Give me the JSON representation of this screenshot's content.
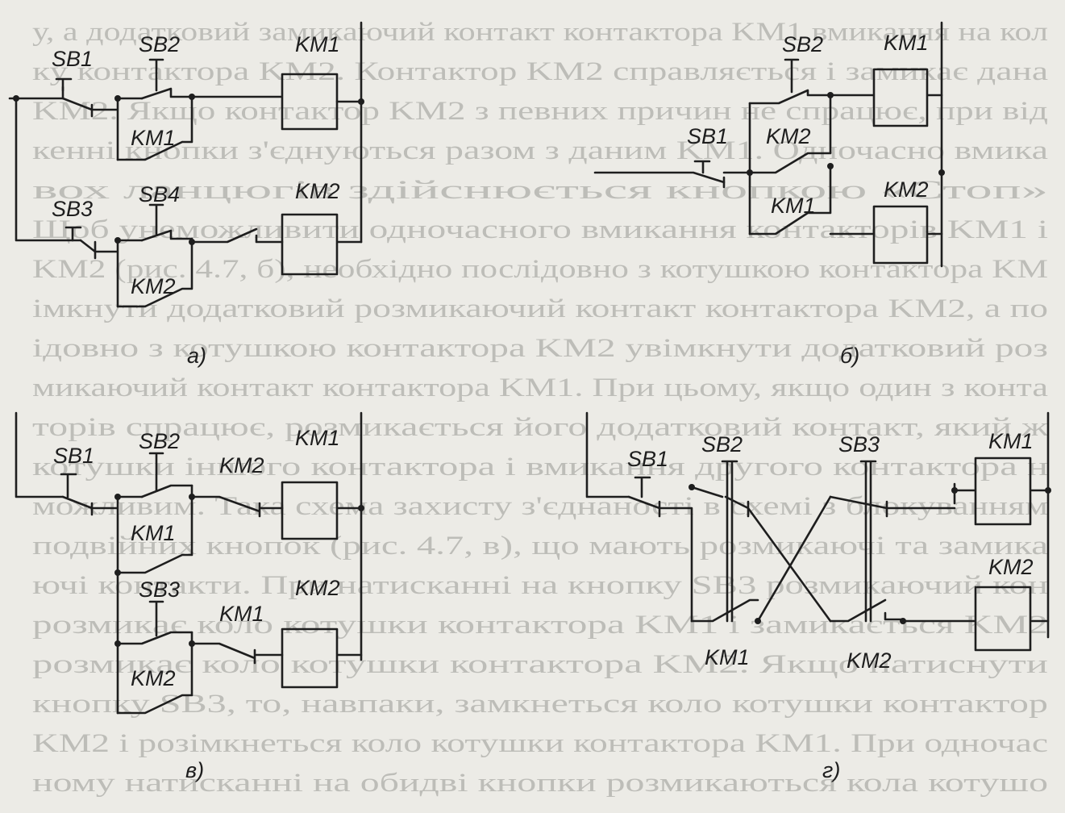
{
  "background_text_lines": [
    "у, а додатковий замикаючий контакт контактора KM1 вмикання на кол",
    "ку контактора KM2. Контактор KM2 справляється і замикає дана",
    "KM2. Якщо контактор KM2 з певних причин не спрацює, при від",
    "кенні кнопки з'єднуються разом з даним KM1. Одночасно вмика",
    "вох ланцюгів здійснюється кнопкою «Стоп»",
    "Щоб унеможливити одночасного вмикання контакторів KM1 і",
    "KM2 (рис. 4.7, б), необхідно послідовно з котушкою контактора KM",
    "імкнути додатковий розмикаючий контакт контактора KM2, а по",
    "ідовно з котушкою контактора KM2 увімкнути додатковий роз",
    "микаючий контакт контактора KM1. При цьому, якщо один з конта",
    "торів спрацює, розмикається його додатковий контакт, який ж",
    "котушки іншого контактора і вмикання другого контактора н",
    "можливим. Така схема захисту з'єднаності в схемі з блокуванням",
    "подвійних кнопок (рис. 4.7, в), що мають розмикаючі та замика",
    "ючі контакти. При натисканні на кнопку SB3 розмикаючий кон",
    "розмикає коло котушки контактора KM1 і замикається KM2",
    "розмикає коло котушки контактора KM2. Якщо натиснути",
    "кнопку SB3, то, навпаки, замкнеться коло котушки контактор",
    "KM2 і розімкнеться коло котушки контактора KM1. При одночас",
    "ному натисканні на обидві кнопки розмикаються кола котушо"
  ],
  "diagrams": {
    "a": {
      "caption": "а)",
      "labels": {
        "sb1": "SB1",
        "sb2": "SB2",
        "km1_coil": "KM1",
        "km1_contact": "KM1",
        "sb3": "SB3",
        "sb4": "SB4",
        "km2_coil": "KM2",
        "km2_contact": "KM2"
      }
    },
    "b": {
      "caption": "б)",
      "labels": {
        "sb2": "SB2",
        "km1_coil": "KM1",
        "sb1": "SB1",
        "km2_contact": "KM2",
        "km2_coil": "KM2",
        "km1_contact": "KM1"
      }
    },
    "c": {
      "caption": "в)",
      "labels": {
        "sb1": "SB1",
        "sb2": "SB2",
        "km2_interlock": "KM2",
        "km1_coil": "KM1",
        "km1_contact": "KM1",
        "sb3": "SB3",
        "km1_interlock": "KM1",
        "km2_coil": "KM2",
        "km2_contact": "KM2"
      }
    },
    "d": {
      "caption": "г)",
      "labels": {
        "sb1": "SB1",
        "sb2": "SB2",
        "sb3": "SB3",
        "km1_coil": "KM1",
        "km2_coil": "KM2",
        "km1_contact": "KM1",
        "km2_contact": "KM2"
      }
    }
  }
}
